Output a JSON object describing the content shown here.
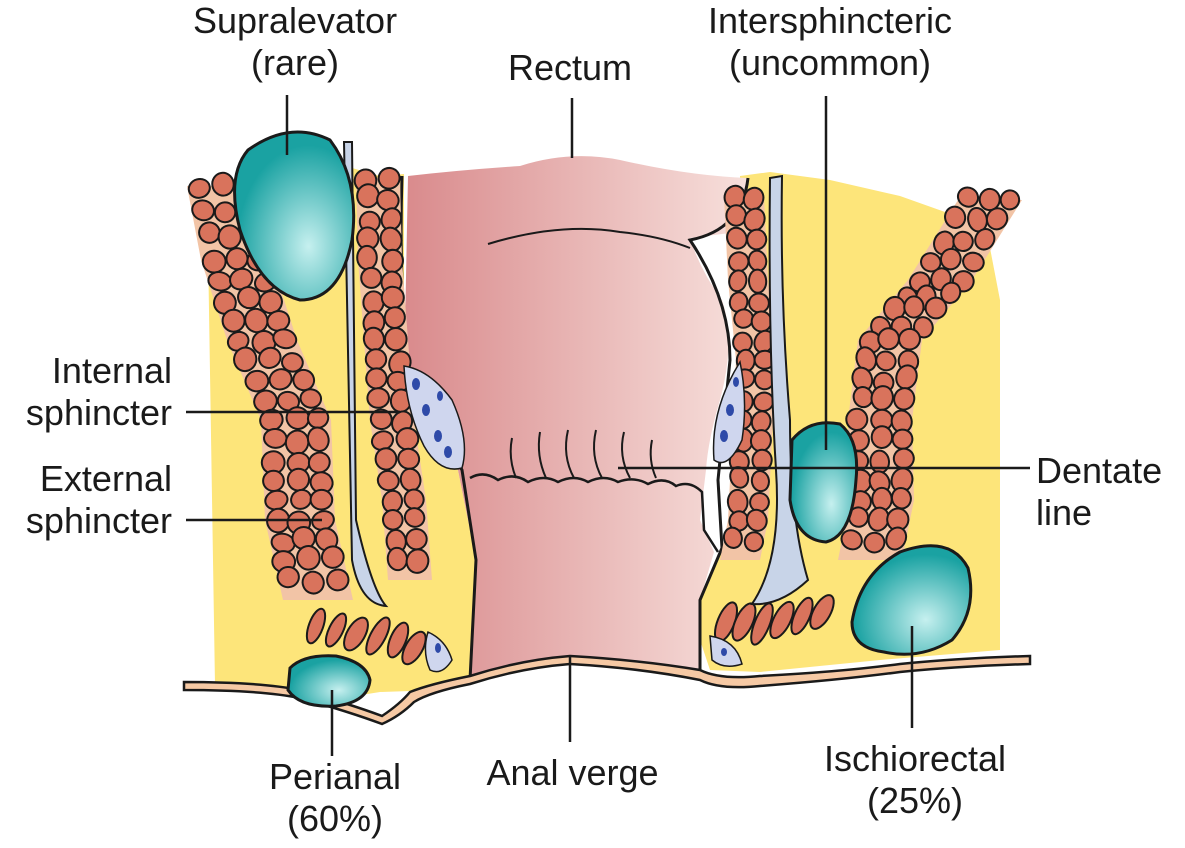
{
  "diagram": {
    "labels": {
      "supralevator": {
        "line1": "Supralevator",
        "line2": "(rare)"
      },
      "rectum": "Rectum",
      "intersphincteric": {
        "line1": "Intersphincteric",
        "line2": "(uncommon)"
      },
      "internal_sphincter": {
        "line1": "Internal",
        "line2": "sphincter"
      },
      "external_sphincter": {
        "line1": "External",
        "line2": "sphincter"
      },
      "dentate_line": {
        "line1": "Dentate",
        "line2": "line"
      },
      "perianal": {
        "line1": "Perianal",
        "line2": "(60%)"
      },
      "anal_verge": "Anal verge",
      "ischiorectal": {
        "line1": "Ischiorectal",
        "line2": "(25%)"
      }
    },
    "colors": {
      "fat": "#fde57a",
      "muscle": "#d9735c",
      "muscle_bg": "#f2c4a6",
      "skin": "#f6c9a4",
      "abscess": "#1aa2a2",
      "abscess_hi": "#c6f0ef",
      "septum": "#c8d4e8",
      "gland_bg": "#cfd6ee",
      "gland_dot": "#2e4aa8",
      "rectum_dark": "#d98a8c",
      "rectum_light": "#f7e0dc",
      "outline": "#1a1a1a"
    }
  }
}
